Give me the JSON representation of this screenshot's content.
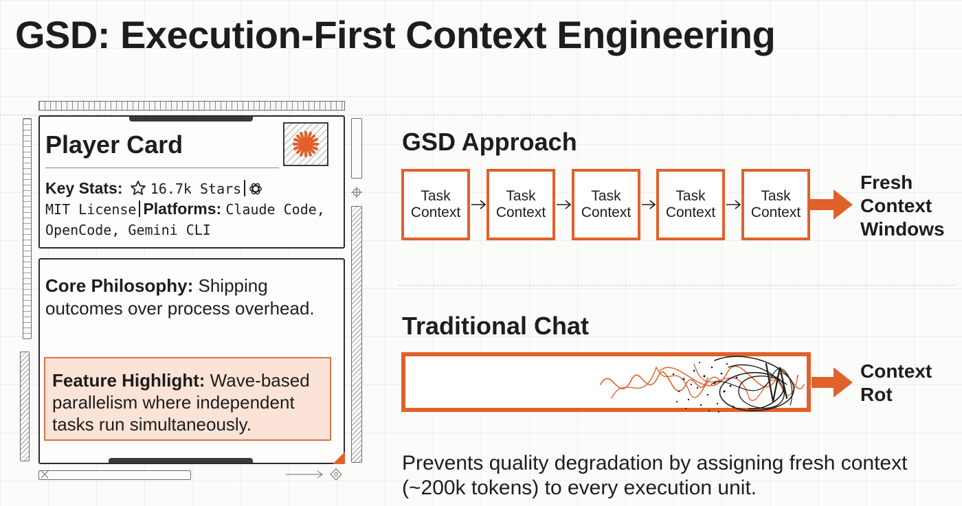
{
  "title": "GSD: Execution-First Context Engineering",
  "player_card": {
    "title": "Player Card",
    "key_stats_label": "Key Stats:",
    "stars": "16.7k Stars",
    "license": "MIT License",
    "platforms_label": "Platforms:",
    "platforms": "Claude Code, OpenCode, Gemini CLI",
    "core_philosophy_label": "Core Philosophy:",
    "core_philosophy": "Shipping outcomes over process overhead.",
    "feature_highlight_label": "Feature Highlight:",
    "feature_highlight": "Wave-based parallelism where independent tasks run simultaneously."
  },
  "gsd": {
    "title": "GSD Approach",
    "tasks": [
      {
        "line1": "Task",
        "line2": "Context"
      },
      {
        "line1": "Task",
        "line2": "Context"
      },
      {
        "line1": "Task",
        "line2": "Context"
      },
      {
        "line1": "Task",
        "line2": "Context"
      },
      {
        "line1": "Task",
        "line2": "Context"
      }
    ],
    "result": [
      "Fresh",
      "Context",
      "Windows"
    ]
  },
  "traditional": {
    "title": "Traditional Chat",
    "result": [
      "Context",
      "Rot"
    ]
  },
  "caption": "Prevents quality degradation by assigning fresh context (~200k tokens) to every execution unit.",
  "colors": {
    "accent": "#e0612a",
    "highlight_bg": "#fbe3d8",
    "ink": "#1d1d1b"
  },
  "icons": [
    "star-icon",
    "openai-icon",
    "burst-logo-icon",
    "arrow-right-icon"
  ]
}
